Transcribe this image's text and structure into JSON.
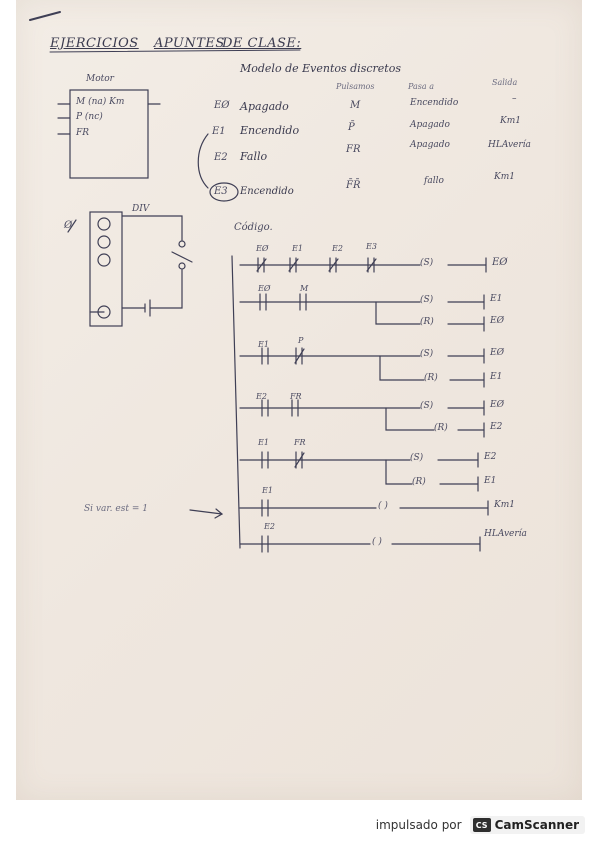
{
  "header": {
    "title_1": "EJERCICIOS",
    "title_2": "APUNTES",
    "title_3": "DE CLASE:"
  },
  "motor_block": {
    "label": "Motor",
    "inputs": [
      "M (na) Km",
      "P (nc)",
      "FR"
    ]
  },
  "model": {
    "title": "Modelo de Eventos discretos",
    "columns": [
      "Pulsamos",
      "Pasa a",
      "Salida"
    ],
    "states": [
      {
        "state": "EØ",
        "name": "Apagado",
        "pulse": "M",
        "to": "Encendido",
        "out": "–"
      },
      {
        "state": "E1",
        "name": "Encendido",
        "pulse": "P̄",
        "to": "Apagado",
        "out": "Km1"
      },
      {
        "state": "E2",
        "name": "Fallo",
        "pulse": "FR",
        "to": "Apagado",
        "out": "HLAvería"
      },
      {
        "state": "E3",
        "name": "Encendido",
        "pulse": "F̄R̄",
        "to": "fallo",
        "out": "Km1"
      }
    ]
  },
  "wiring": {
    "phi": "Ø",
    "label": "DIV"
  },
  "ladder": {
    "title": "Código.",
    "rungs": [
      {
        "contacts": [
          "EØ",
          "E1",
          "E2",
          "E3"
        ],
        "outputs": [
          {
            "coil": "(S)",
            "target": "EØ"
          }
        ]
      },
      {
        "contacts": [
          "EØ",
          "M"
        ],
        "outputs": [
          {
            "coil": "(S)",
            "target": "E1"
          },
          {
            "coil": "(R)",
            "target": "EØ"
          }
        ]
      },
      {
        "contacts": [
          "E1",
          "P"
        ],
        "outputs": [
          {
            "coil": "(S)",
            "target": "EØ"
          },
          {
            "coil": "(R)",
            "target": "E1"
          }
        ]
      },
      {
        "contacts": [
          "E2",
          "FR"
        ],
        "outputs": [
          {
            "coil": "(S)",
            "target": "EØ"
          },
          {
            "coil": "(R)",
            "target": "E2"
          }
        ]
      },
      {
        "contacts": [
          "E1",
          "FR"
        ],
        "outputs": [
          {
            "coil": "(S)",
            "target": "E2"
          },
          {
            "coil": "(R)",
            "target": "E1"
          }
        ]
      },
      {
        "contacts": [
          "E1"
        ],
        "outputs": [
          {
            "coil": "( )",
            "target": "Km1"
          }
        ]
      },
      {
        "contacts": [
          "E2"
        ],
        "outputs": [
          {
            "coil": "( )",
            "target": "HLAvería"
          }
        ]
      }
    ],
    "side_note": "Si var. est = 1"
  },
  "footer": {
    "powered_by": "impulsado por",
    "logo_text": "CS",
    "brand": "CamScanner"
  }
}
